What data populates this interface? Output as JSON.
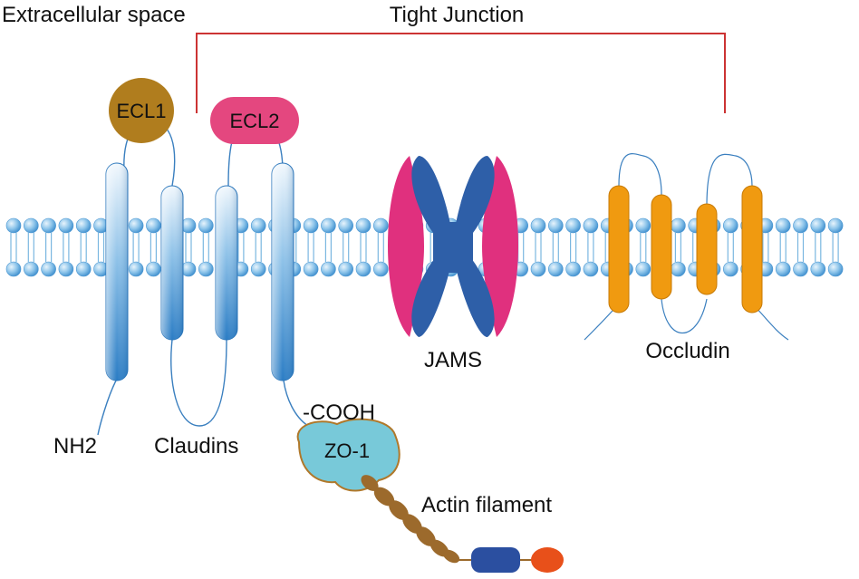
{
  "labels": {
    "extracellular": "Extracellular space",
    "tight_junction": "Tight Junction",
    "ecl1": "ECL1",
    "ecl2": "ECL2",
    "nh2": "NH2",
    "claudins": "Claudins",
    "cooh": "-COOH",
    "zo1": "ZO-1",
    "actin": "Actin filament",
    "jams": "JAMS",
    "occludin": "Occludin"
  },
  "colors": {
    "membrane_head": "#6fb4e6",
    "membrane_tail": "#7ab7e0",
    "claudin_helix": "#3d8fd1",
    "ecl1": "#b07d1e",
    "ecl2": "#e4477f",
    "bracket": "#cc3333",
    "jams_magenta": "#e0307e",
    "jams_blue": "#2e5fa8",
    "occludin": "#f09a10",
    "zo1_fill": "#78c9d9",
    "zo1_border": "#b0782a",
    "actin": "#9c6a2c",
    "terminal_blue": "#2b4fa0",
    "terminal_orange": "#e8501a"
  }
}
